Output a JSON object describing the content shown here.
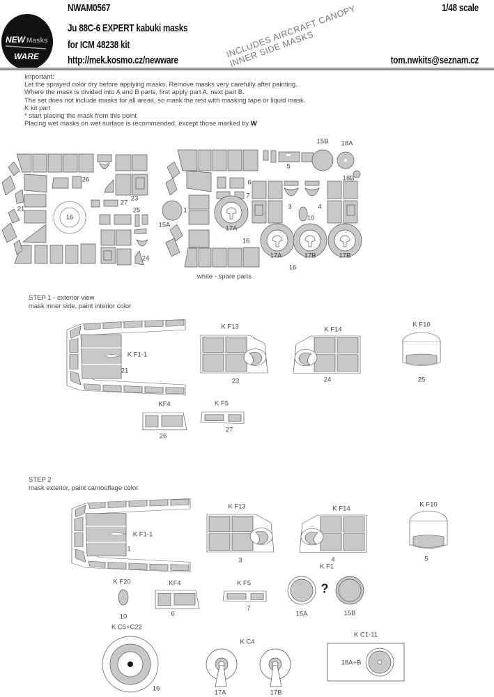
{
  "header": {
    "code": "NWAM0567",
    "title": "Ju 88C-6  EXPERT kabuki masks",
    "kit": "for ICM 48238 kit",
    "url": "http://mek.kosmo.cz/newware",
    "scale": "1/48 scale",
    "email": "tom.nwkits@seznam.cz",
    "logo_text": "NEW Masks WARE",
    "stamp_line1": "INCLUDES AIRCRAFT CANOPY",
    "stamp_line2": "INNER SIDE  MASKS"
  },
  "important": {
    "heading": "Important:",
    "lines": [
      "Let the sprayed color dry before applying masks. Remove masks very carefully after painting.",
      "Where the mask is divided into A and B parts, first apply part A, next part B.",
      "The set does not include masks for all areas, so mask the rest with masking tape or liquid mask.",
      "K kit part",
      "*  start placing the mask from this point",
      "Placing wet masks on wet surface is recommended, except those marked by"
    ],
    "w_mark": "W"
  },
  "sheet": {
    "labels": [
      "26",
      "27",
      "23",
      "21",
      "16",
      "25",
      "24",
      "15B",
      "18A",
      "18B",
      "5",
      "6",
      "7",
      "1",
      "15A",
      "17A",
      "16",
      "3",
      "4",
      "10",
      "17A",
      "17B",
      "17B",
      "16"
    ],
    "legend": "white - spare parts"
  },
  "step1": {
    "title": "STEP 1 - exterior view",
    "subtitle": "mask inner side, paint interior color",
    "parts": [
      {
        "kit": "K F1-1",
        "num": "21"
      },
      {
        "kit": "K F13",
        "num": "23"
      },
      {
        "kit": "K F14",
        "num": "24"
      },
      {
        "kit": "K F10",
        "num": "25"
      },
      {
        "kit": "KF4",
        "num": "26"
      },
      {
        "kit": "K F5",
        "num": "27"
      }
    ]
  },
  "step2": {
    "title": "STEP 2",
    "subtitle": "mask exterior, paint camouflage color",
    "parts": [
      {
        "kit": "K F1-1",
        "num": "1"
      },
      {
        "kit": "K F13",
        "num": "3"
      },
      {
        "kit": "K F14",
        "num": "4"
      },
      {
        "kit": "K F10",
        "num": "5"
      },
      {
        "kit": "K F20",
        "num": "10"
      },
      {
        "kit": "KF4",
        "num": "6"
      },
      {
        "kit": "K F5",
        "num": "7"
      },
      {
        "kit": "K F1",
        "num": "15A"
      },
      {
        "kit": "",
        "num": "15B"
      },
      {
        "kit": "K C5+C22",
        "num": "16"
      },
      {
        "kit": "K C4",
        "num": "17A"
      },
      {
        "kit": "",
        "num": "17B"
      },
      {
        "kit": "K C1-11",
        "num": "18A+B"
      }
    ],
    "question": "?"
  },
  "colors": {
    "mask": "#c8c8c8",
    "outline": "#555555",
    "rule": "#999999"
  }
}
